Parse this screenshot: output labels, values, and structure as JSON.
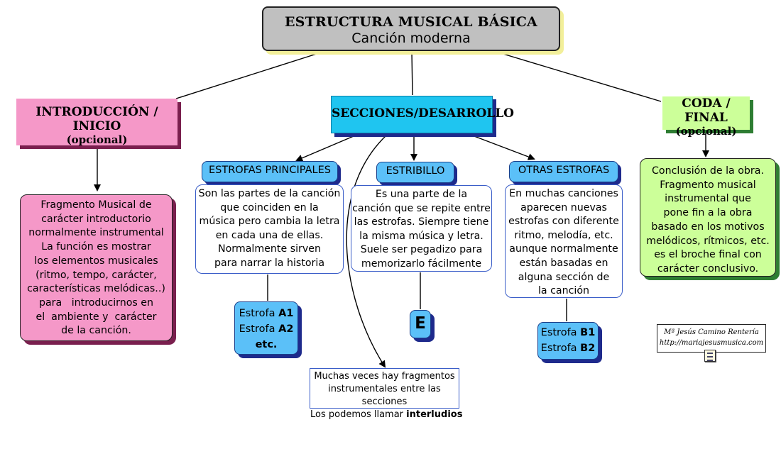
{
  "title": {
    "main": "ESTRUCTURA MUSICAL BÁSICA",
    "sub": "Canción moderna"
  },
  "intro": {
    "header_line1": "INTRODUCCIÓN / INICIO",
    "header_line2": "(opcional)",
    "description": [
      "Fragmento Musical de",
      "carácter introductorio",
      "normalmente instrumental",
      "La función es mostrar",
      "los elementos musicales",
      "(ritmo, tempo, carácter,",
      "características melódicas..)",
      "para   introducirnos en",
      "el  ambiente y  carácter",
      "de la canción."
    ]
  },
  "sections": {
    "header": "SECCIONES/DESARROLLO",
    "estrofas": {
      "label": "ESTROFAS PRINCIPALES",
      "description": [
        "Son las partes de la canción",
        "que coinciden en la",
        "música pero cambia la letra",
        "en cada una de ellas.",
        "Normalmente sirven",
        "para narrar la historia"
      ],
      "examples": {
        "prefix1": "Estrofa ",
        "code1": "A1",
        "prefix2": "Estrofa ",
        "code2": "A2",
        "more": "etc."
      }
    },
    "estribillo": {
      "label": "ESTRIBILLO",
      "description": [
        "Es una parte de la",
        "canción que se repite entre",
        "las estrofas. Siempre tiene",
        "la misma música y letra.",
        "Suele ser pegadizo para",
        "memorizarlo fácilmente"
      ],
      "symbol": "E"
    },
    "otras": {
      "label": "OTRAS ESTROFAS",
      "description": [
        "En muchas canciones",
        "aparecen nuevas",
        "estrofas con diferente",
        "ritmo, melodía, etc.",
        "aunque normalmente",
        "están basadas en",
        "alguna sección de",
        "la canción"
      ],
      "examples": {
        "prefix1": "Estrofa ",
        "code1": "B1",
        "prefix2": "Estrofa ",
        "code2": "B2"
      }
    },
    "interludios": {
      "line1": "Muchas veces hay fragmentos",
      "line2": "instrumentales entre las secciones",
      "line3_prefix": "Los podemos llamar ",
      "line3_bold": "interludios"
    }
  },
  "coda": {
    "header_line1": "CODA / FINAL",
    "header_line2": "(opcional)",
    "description": [
      "Conclusión de la obra.",
      "Fragmento musical",
      "instrumental que",
      "pone fin a la obra",
      "basado en los motivos",
      "melódicos, rítmicos, etc.",
      "es el broche final con",
      "carácter conclusivo."
    ]
  },
  "credit": {
    "author": "Mª Jesús Camino Rentería",
    "site": "http://mariajesusmusica.com"
  },
  "icons": {
    "document": "document-icon"
  },
  "colors": {
    "pink": "#f598c8",
    "cyan": "#1fc5f0",
    "light_blue": "#5bc0f8",
    "green": "#ccff99",
    "gray": "#c0c0c0"
  }
}
